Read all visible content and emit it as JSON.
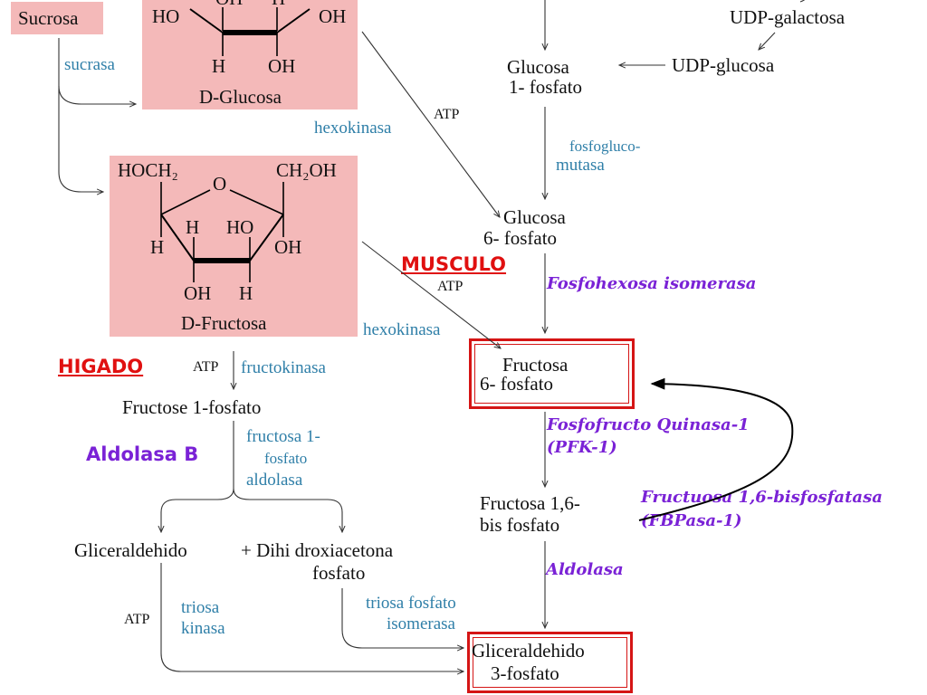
{
  "sucrose": {
    "label": "Sucrosa",
    "enzyme": "sucrasa"
  },
  "glucose_ring": {
    "top_labels": [
      "HO",
      "OH",
      "H",
      "OH"
    ],
    "bottom_labels": [
      "H",
      "OH"
    ],
    "name": "D-Glucosa"
  },
  "fructose_ring": {
    "left_group": "HOCH₂",
    "ring_o": "O",
    "right_group": "CH₂OH",
    "labels": [
      "H",
      "H",
      "HO",
      "OH",
      "OH",
      "H"
    ],
    "name": "D-Fructosa"
  },
  "udp": {
    "galactose": "UDP-galactosa",
    "glucose": "UDP-glucosa"
  },
  "glucose_1p": {
    "line1": "Glucosa",
    "line2": "1- fosfato"
  },
  "phosphoglucomutase": {
    "line1": "fosfogluco-",
    "line2": "mutasa"
  },
  "hexokinase_1": {
    "label": "hexokinasa",
    "atp": "ATP"
  },
  "glucose_6p": {
    "line1": "Glucosa",
    "line2": "6- fosfato"
  },
  "musculo": "MUSCULO",
  "hexokinase_2": {
    "label": "hexokinasa",
    "atp": "ATP"
  },
  "phosphohexose_isomerase": "Fosfohexosa isomerasa",
  "fructose_6p": {
    "line1": "Fructosa",
    "line2": "6- fosfato"
  },
  "higado": "HIGADO",
  "fructokinase": {
    "atp": "ATP",
    "label": "fructokinasa"
  },
  "fructose_1p": "Fructose 1-fosfato",
  "pfk1": {
    "line1": "Fosfofructo Quinasa-1",
    "line2": "(PFK-1)"
  },
  "aldolase_b": "Aldolasa B",
  "fructose_1p_aldolase": {
    "line1": "fructosa 1-",
    "line2": "fosfato",
    "line3": "aldolasa"
  },
  "fbp": {
    "line1": "Fructosa 1,6-",
    "line2": "bis fosfato"
  },
  "fbpase": {
    "line1": "Fructuosa 1,6-bisfosfatasa",
    "line2": "(FBPasa-1)"
  },
  "glyceraldehyde": "Gliceraldehido",
  "dhap": {
    "line1": "+ Dihi droxiacetona",
    "line2": "fosfato"
  },
  "aldolasa": "Aldolasa",
  "triose_kinase": {
    "atp": "ATP",
    "line1": "triosa",
    "line2": "kinasa"
  },
  "tpi": {
    "line1": "triosa fosfato",
    "line2": "isomerasa"
  },
  "g3p": {
    "line1": "Gliceraldehido",
    "line2": "3-fosfato"
  },
  "colors": {
    "pink": "#f4b9b9",
    "red": "#d51515",
    "enzyme_blue": "#2f7fa8",
    "purple": "#7a22d6"
  }
}
